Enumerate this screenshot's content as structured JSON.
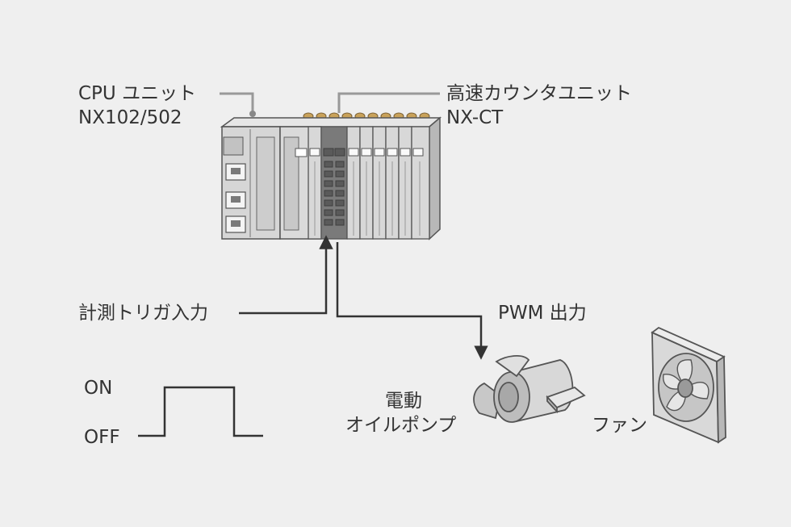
{
  "labels": {
    "cpu_unit": "CPU ユニット",
    "cpu_model": "NX102/502",
    "counter_unit": "高速カウンタユニット",
    "counter_model": "NX-CT",
    "trigger_input": "計測トリガ入力",
    "pwm_output": "PWM 出力",
    "on": "ON",
    "off": "OFF",
    "pump_line1": "電動",
    "pump_line2": "オイルポンプ",
    "fan": "ファン"
  },
  "colors": {
    "background": "#efefef",
    "device_fill": "#d3d3d3",
    "device_dark": "#8c8c8c",
    "counter_highlight": "#7a7a7a",
    "line": "#333333",
    "leader": "#999999"
  },
  "icons": [
    "plc-unit-icon",
    "oil-pump-icon",
    "fan-icon"
  ]
}
